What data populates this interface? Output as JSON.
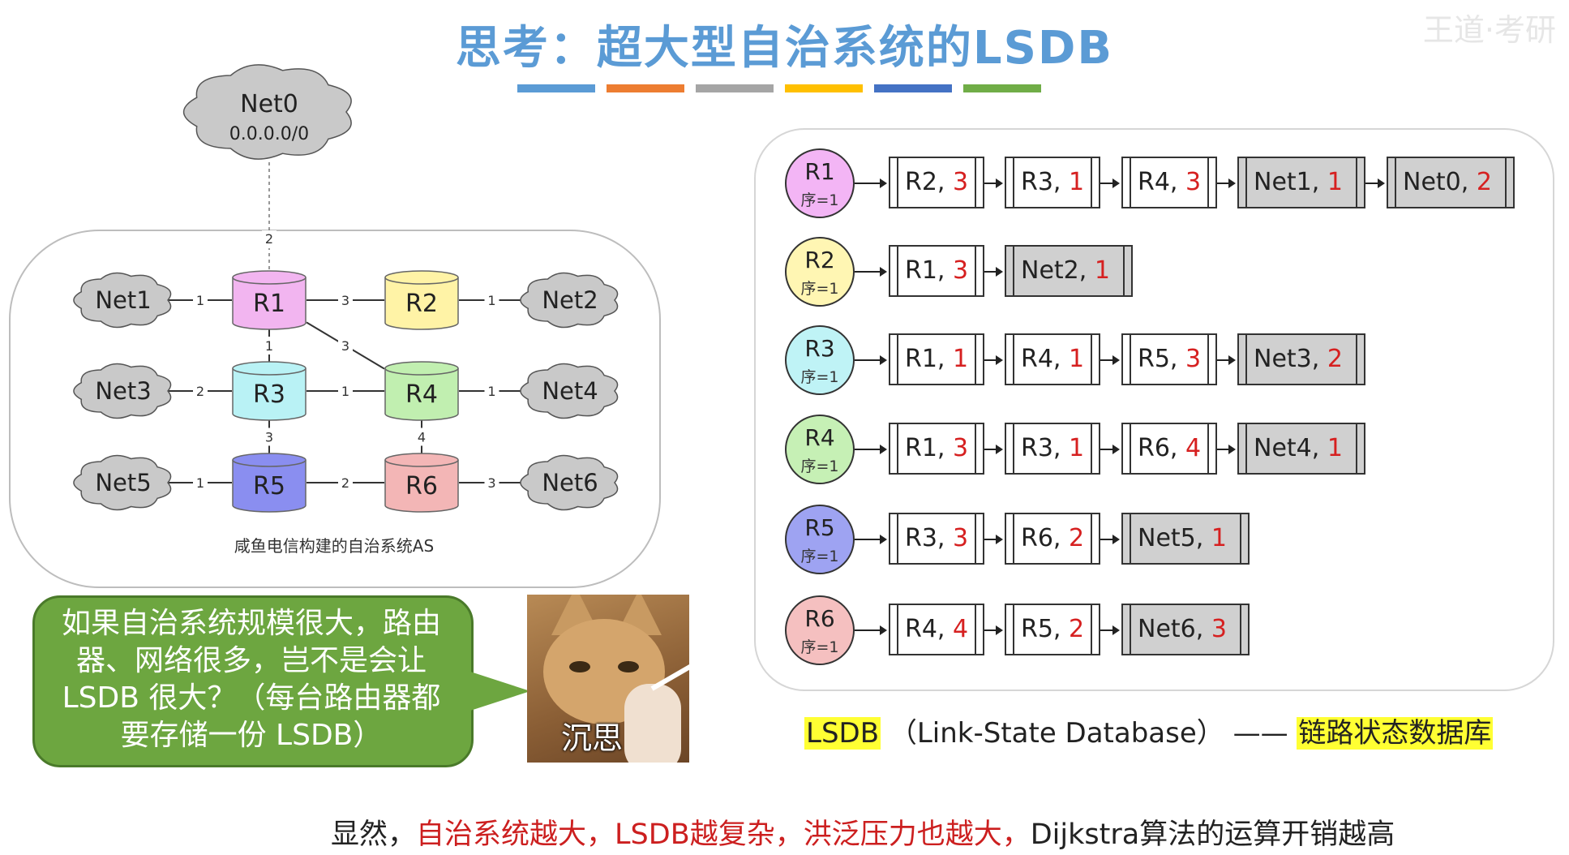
{
  "slide": {
    "title": "思考：超大型自治系统的LSDB",
    "accent_bars": [
      "#5b9bd5",
      "#ed7d31",
      "#a5a5a5",
      "#ffc000",
      "#4472c4",
      "#70ad47"
    ],
    "watermark": "王道·考研"
  },
  "topology": {
    "caption": "咸鱼电信构建的自治系统AS",
    "internet": {
      "name": "Net0",
      "prefix": "0.0.0.0/0",
      "link_cost": "2"
    },
    "routers": [
      {
        "id": "r1",
        "label": "R1",
        "color": "#f2b5f0"
      },
      {
        "id": "r2",
        "label": "R2",
        "color": "#fff3a6"
      },
      {
        "id": "r3",
        "label": "R3",
        "color": "#b9f2f5"
      },
      {
        "id": "r4",
        "label": "R4",
        "color": "#c1efb0"
      },
      {
        "id": "r5",
        "label": "R5",
        "color": "#8a8ef0"
      },
      {
        "id": "r6",
        "label": "R6",
        "color": "#f3b6b6"
      }
    ],
    "networks": [
      {
        "id": "net1",
        "label": "Net1"
      },
      {
        "id": "net2",
        "label": "Net2"
      },
      {
        "id": "net3",
        "label": "Net3"
      },
      {
        "id": "net4",
        "label": "Net4"
      },
      {
        "id": "net5",
        "label": "Net5"
      },
      {
        "id": "net6",
        "label": "Net6"
      }
    ],
    "links": [
      {
        "from": "net1",
        "to": "r1",
        "cost": "1"
      },
      {
        "from": "r1",
        "to": "r2",
        "cost": "3"
      },
      {
        "from": "r2",
        "to": "net2",
        "cost": "1"
      },
      {
        "from": "r1",
        "to": "r3",
        "cost": "1"
      },
      {
        "from": "r1",
        "to": "r4",
        "cost": "3"
      },
      {
        "from": "net3",
        "to": "r3",
        "cost": "2"
      },
      {
        "from": "r3",
        "to": "r4",
        "cost": "1"
      },
      {
        "from": "r4",
        "to": "net4",
        "cost": "1"
      },
      {
        "from": "r3",
        "to": "r5",
        "cost": "3"
      },
      {
        "from": "r4",
        "to": "r6",
        "cost": "4"
      },
      {
        "from": "net5",
        "to": "r5",
        "cost": "1"
      },
      {
        "from": "r5",
        "to": "r6",
        "cost": "2"
      },
      {
        "from": "r6",
        "to": "net6",
        "cost": "3"
      }
    ]
  },
  "lsdb": {
    "rows": [
      {
        "router": "R1",
        "seq": "序=1",
        "color": "#f3b5f5",
        "entries": [
          {
            "name": "R2",
            "cost": "3",
            "net": false
          },
          {
            "name": "R3",
            "cost": "1",
            "net": false
          },
          {
            "name": "R4",
            "cost": "3",
            "net": false
          },
          {
            "name": "Net1",
            "cost": "1",
            "net": true
          },
          {
            "name": "Net0",
            "cost": "2",
            "net": true
          }
        ]
      },
      {
        "router": "R2",
        "seq": "序=1",
        "color": "#fff6b3",
        "entries": [
          {
            "name": "R1",
            "cost": "3",
            "net": false
          },
          {
            "name": "Net2",
            "cost": "1",
            "net": true
          }
        ]
      },
      {
        "router": "R3",
        "seq": "序=1",
        "color": "#bff3f6",
        "entries": [
          {
            "name": "R1",
            "cost": "1",
            "net": false
          },
          {
            "name": "R4",
            "cost": "1",
            "net": false
          },
          {
            "name": "R5",
            "cost": "3",
            "net": false
          },
          {
            "name": "Net3",
            "cost": "2",
            "net": true
          }
        ]
      },
      {
        "router": "R4",
        "seq": "序=1",
        "color": "#c6f0b5",
        "entries": [
          {
            "name": "R1",
            "cost": "3",
            "net": false
          },
          {
            "name": "R3",
            "cost": "1",
            "net": false
          },
          {
            "name": "R6",
            "cost": "4",
            "net": false
          },
          {
            "name": "Net4",
            "cost": "1",
            "net": true
          }
        ]
      },
      {
        "router": "R5",
        "seq": "序=1",
        "color": "#9ea3f2",
        "entries": [
          {
            "name": "R3",
            "cost": "3",
            "net": false
          },
          {
            "name": "R6",
            "cost": "2",
            "net": false
          },
          {
            "name": "Net5",
            "cost": "1",
            "net": true
          }
        ]
      },
      {
        "router": "R6",
        "seq": "序=1",
        "color": "#f5c0c0",
        "entries": [
          {
            "name": "R4",
            "cost": "4",
            "net": false
          },
          {
            "name": "R5",
            "cost": "2",
            "net": false
          },
          {
            "name": "Net6",
            "cost": "3",
            "net": true
          }
        ]
      }
    ],
    "legend_term": "LSDB",
    "legend_full": "（Link-State Database）",
    "legend_dash": "——",
    "legend_cn": "链路状态数据库"
  },
  "bubble": {
    "text": "如果自治系统规模很大，路由器、网络很多，岂不是会让 LSDB 很大？（每台路由器都要存储一份 LSDB）",
    "cat_caption": "沉思"
  },
  "conclusion": {
    "prefix": "显然，",
    "red1": "自治系统越大，",
    "red2": "LSDB越复杂，",
    "red3": "洪泛压力也越大，",
    "tail": "Dijkstra算法的运算开销越高"
  }
}
